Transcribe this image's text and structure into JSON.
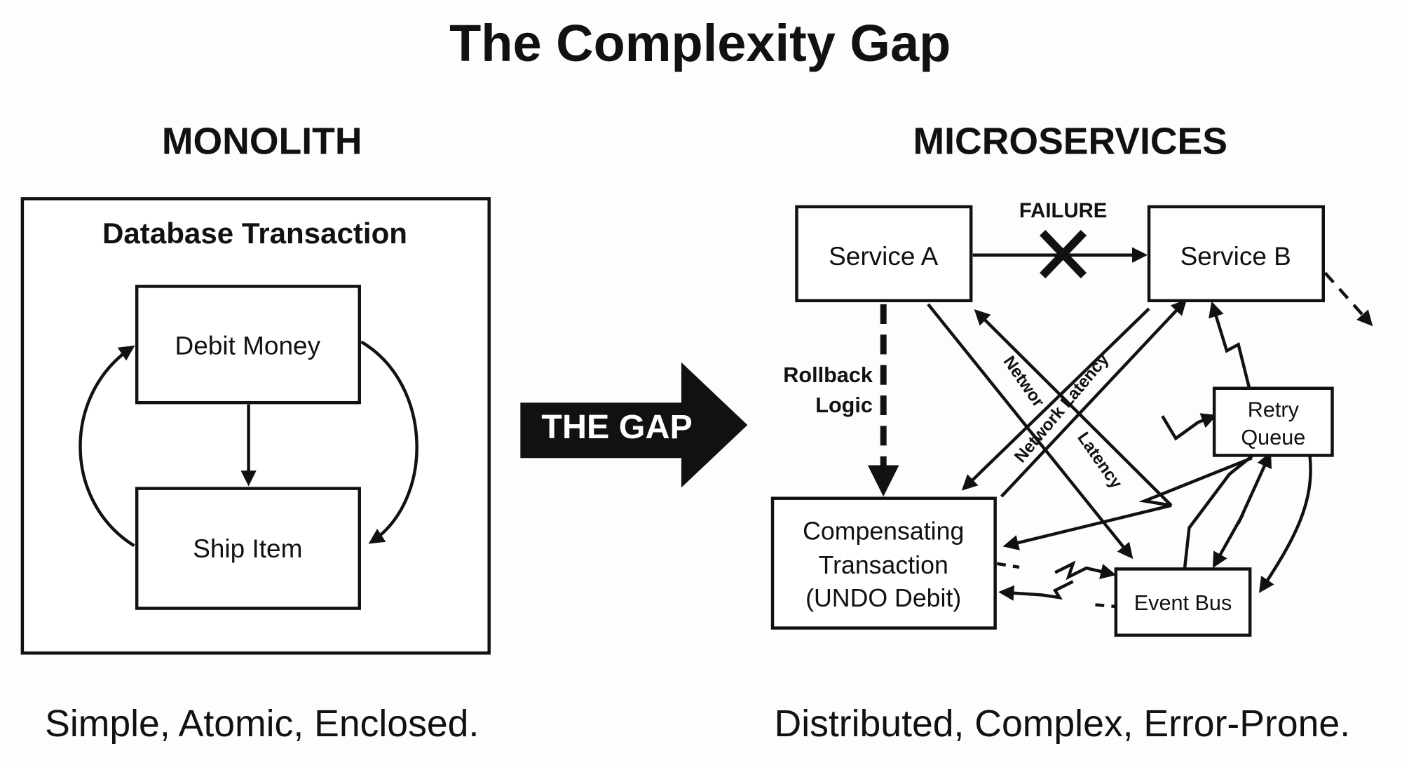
{
  "title": "The Complexity Gap",
  "monolith": {
    "heading": "MONOLITH",
    "container_label": "Database Transaction",
    "steps": [
      "Debit Money",
      "Ship Item"
    ],
    "caption": "Simple, Atomic, Enclosed."
  },
  "gap_arrow": {
    "label": "THE GAP"
  },
  "microservices": {
    "heading": "MICROSERVICES",
    "service_a": "Service A",
    "service_b": "Service B",
    "failure_label": "FAILURE",
    "rollback_label": [
      "Rollback",
      "Logic"
    ],
    "compensating": [
      "Compensating",
      "Transaction",
      "(UNDO Debit)"
    ],
    "retry_queue": [
      "Retry",
      "Queue"
    ],
    "event_bus": "Event Bus",
    "network_labels": [
      "Networ",
      "Network Latency",
      "Latency"
    ],
    "caption": "Distributed, Complex, Error-Prone."
  },
  "colors": {
    "ink": "#111111",
    "background": "#fdfdfd"
  }
}
